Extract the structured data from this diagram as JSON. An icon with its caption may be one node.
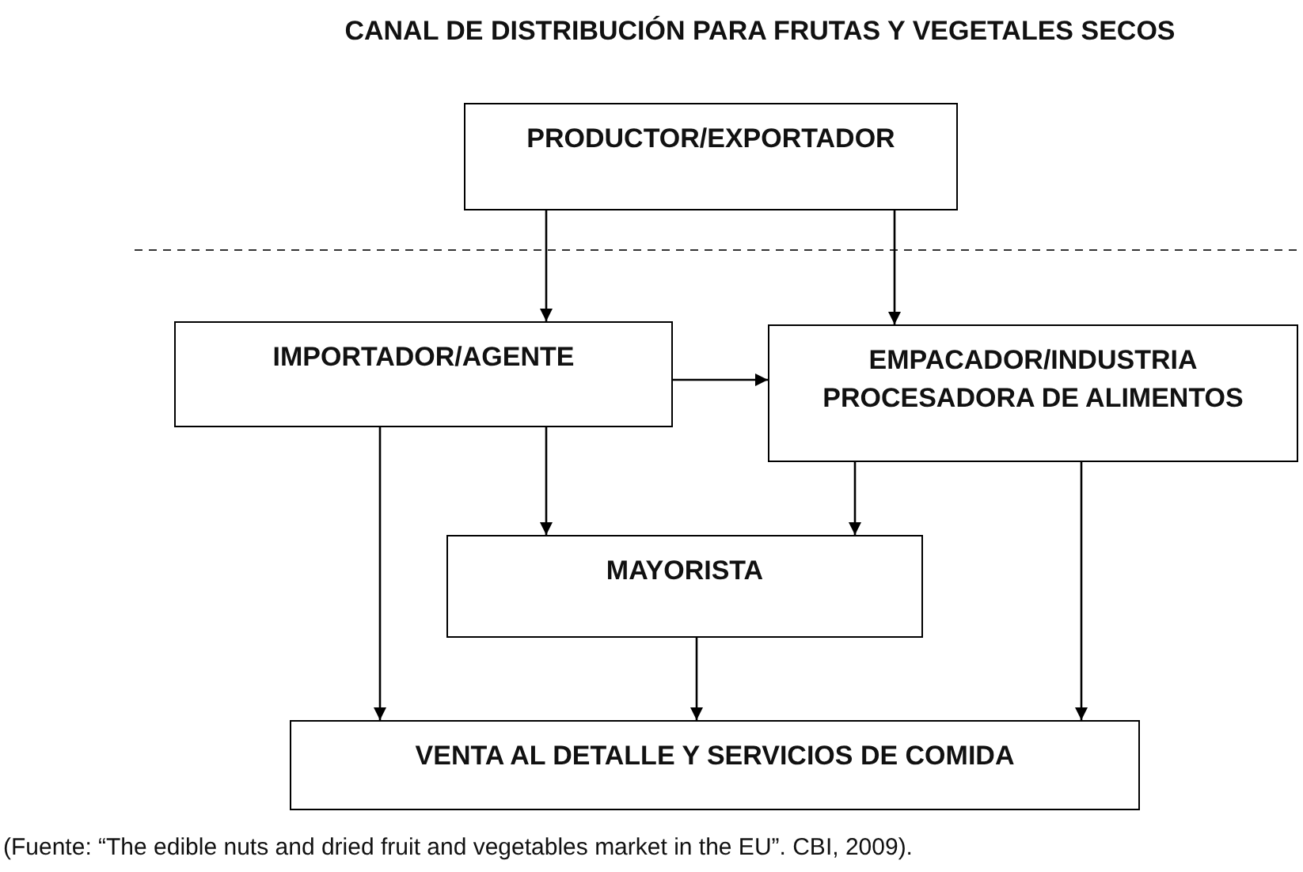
{
  "diagram": {
    "title": "CANAL DE DISTRIBUCIÓN PARA FRUTAS Y VEGETALES SECOS",
    "caption": "(Fuente: “The edible nuts and dried fruit and vegetables market in the EU”. CBI, 2009).",
    "nodes": [
      {
        "text": [
          "PRODUCTOR/EXPORTADOR"
        ]
      },
      {
        "text": [
          "IMPORTADOR/AGENTE"
        ]
      },
      {
        "text": [
          "EMPACADOR/INDUSTRIA PROCESADORA DE ALIMENTOS"
        ]
      },
      {
        "text": [
          "MAYORISTA"
        ]
      },
      {
        "text": [
          "VENTA AL DETALLE Y SERVICIOS DE COMIDA"
        ]
      }
    ],
    "edges": [
      {
        "from": 0,
        "to": 1,
        "arrow": "to"
      },
      {
        "from": 0,
        "to": 2,
        "arrow": "to"
      },
      {
        "from": 1,
        "to": 2,
        "arrow": "to"
      },
      {
        "from": 1,
        "to": 3,
        "arrow": "to"
      },
      {
        "from": 2,
        "to": 3,
        "arrow": "to"
      },
      {
        "from": 1,
        "to": 4,
        "arrow": "to"
      },
      {
        "from": 3,
        "to": 4,
        "arrow": "to"
      },
      {
        "from": 2,
        "to": 4,
        "arrow": "to"
      }
    ]
  }
}
